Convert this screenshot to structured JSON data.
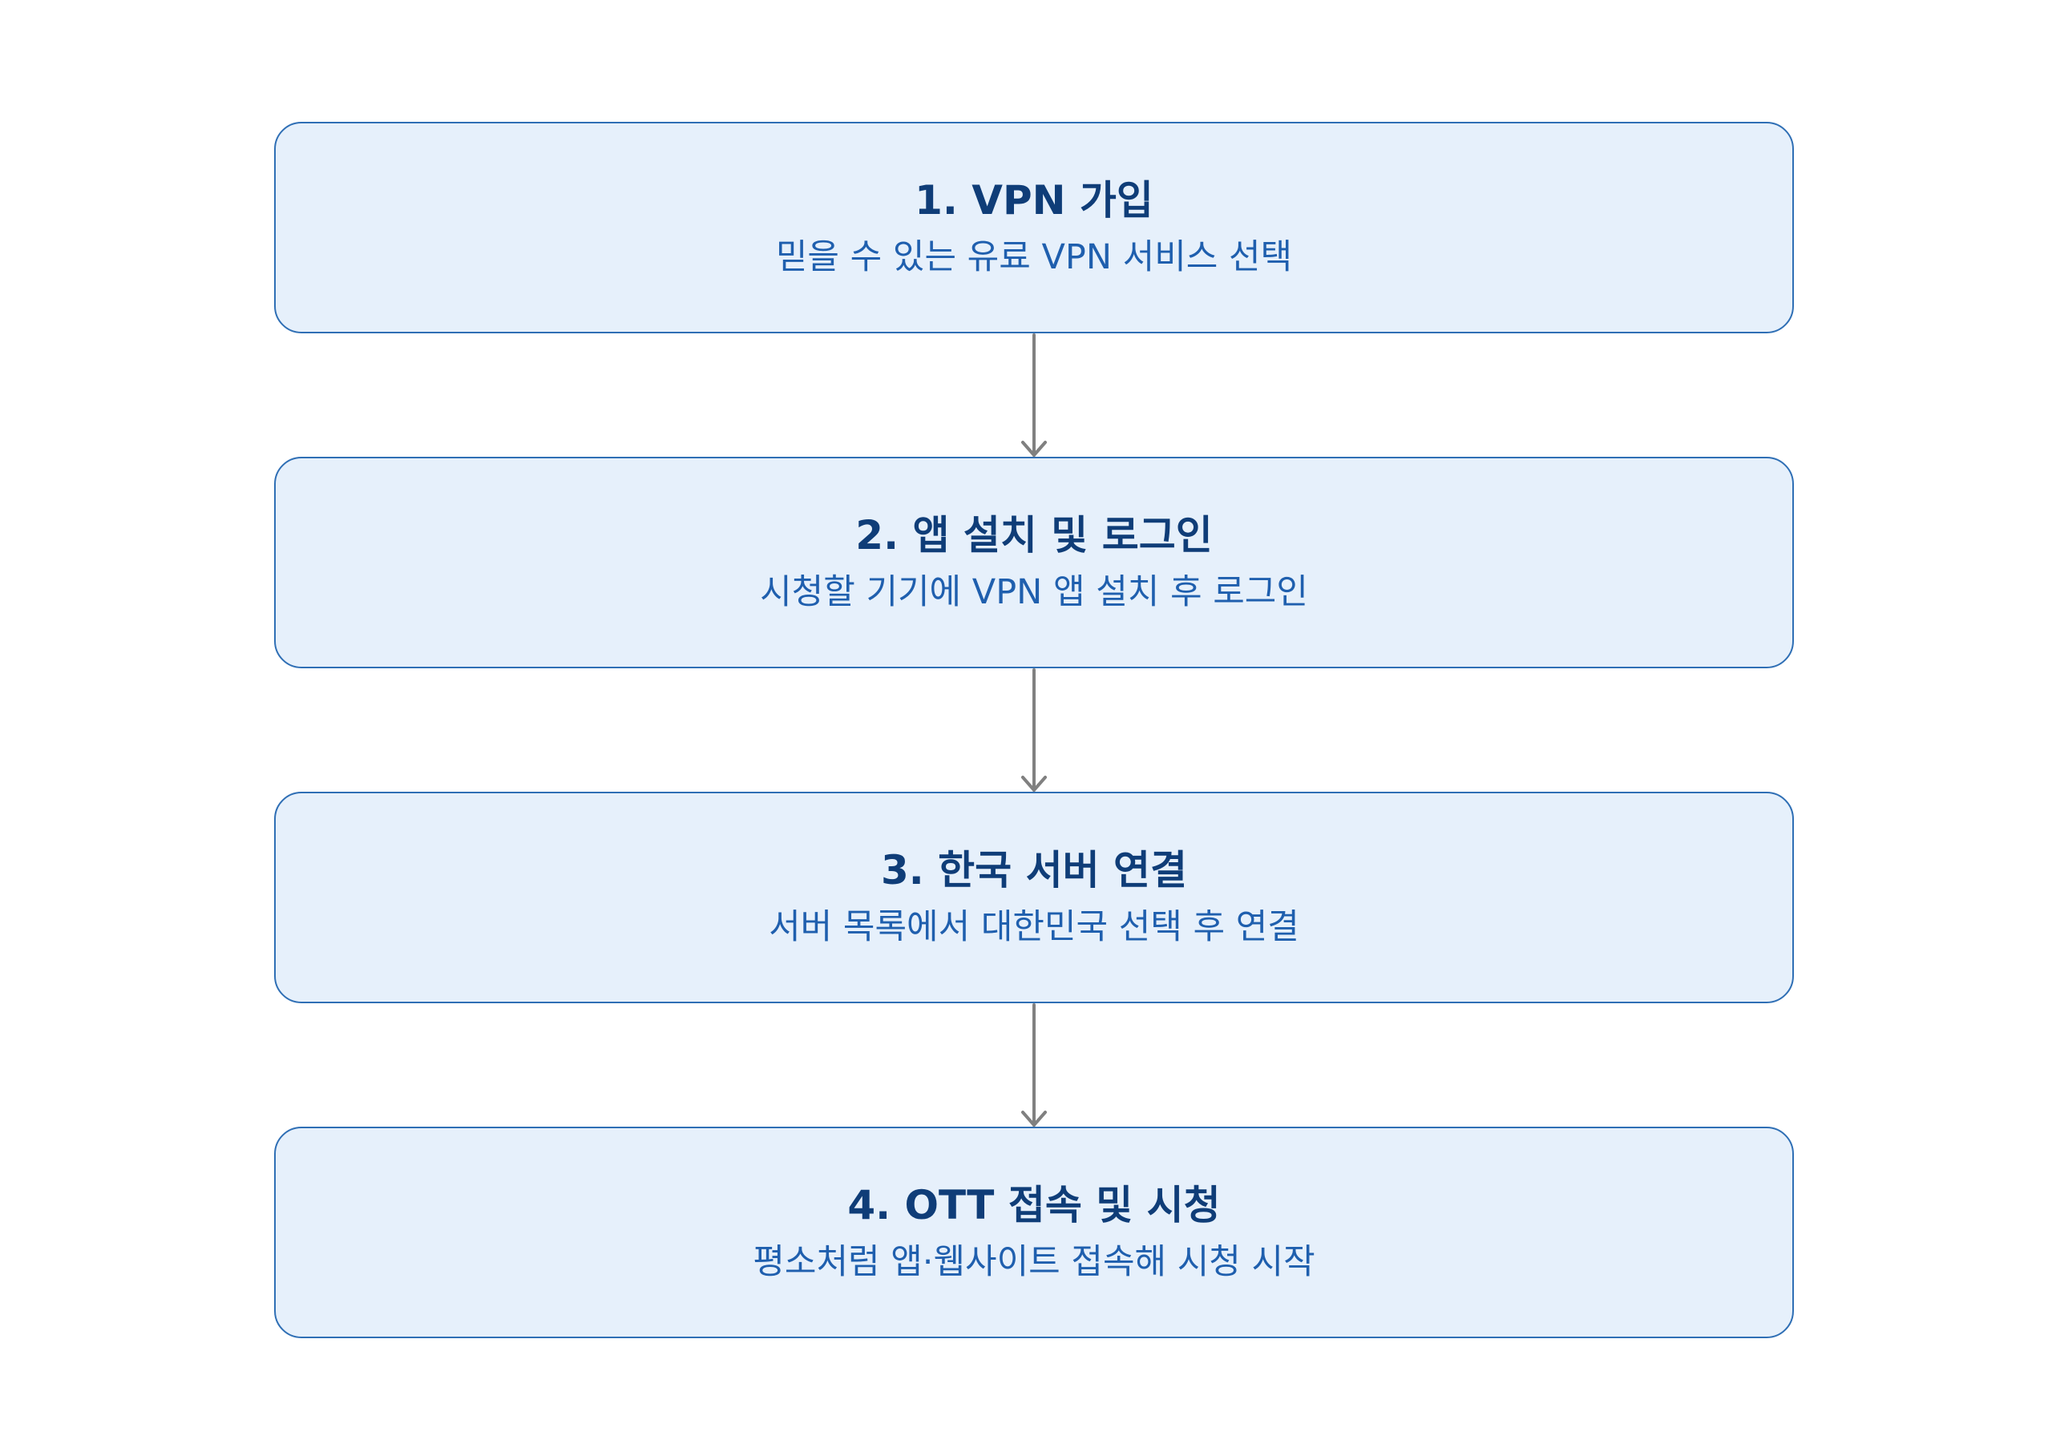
{
  "steps": [
    {
      "title": "1. VPN 가입",
      "desc": "믿을 수 있는 유료 VPN 서비스 선택"
    },
    {
      "title": "2. 앱 설치 및 로그인",
      "desc": "시청할 기기에 VPN 앱 설치 후 로그인"
    },
    {
      "title": "3. 한국 서버 연결",
      "desc": "서버 목록에서 대한민국 선택 후 연결"
    },
    {
      "title": "4. OTT 접속 및 시청",
      "desc": "평소처럼 앱·웹사이트 접속해 시청 시작"
    }
  ],
  "colors": {
    "box_fill": "#e6f0fb",
    "box_border": "#2f6fb5",
    "title_text": "#0f3d78",
    "desc_text": "#1f5fae",
    "arrow": "#808080"
  }
}
